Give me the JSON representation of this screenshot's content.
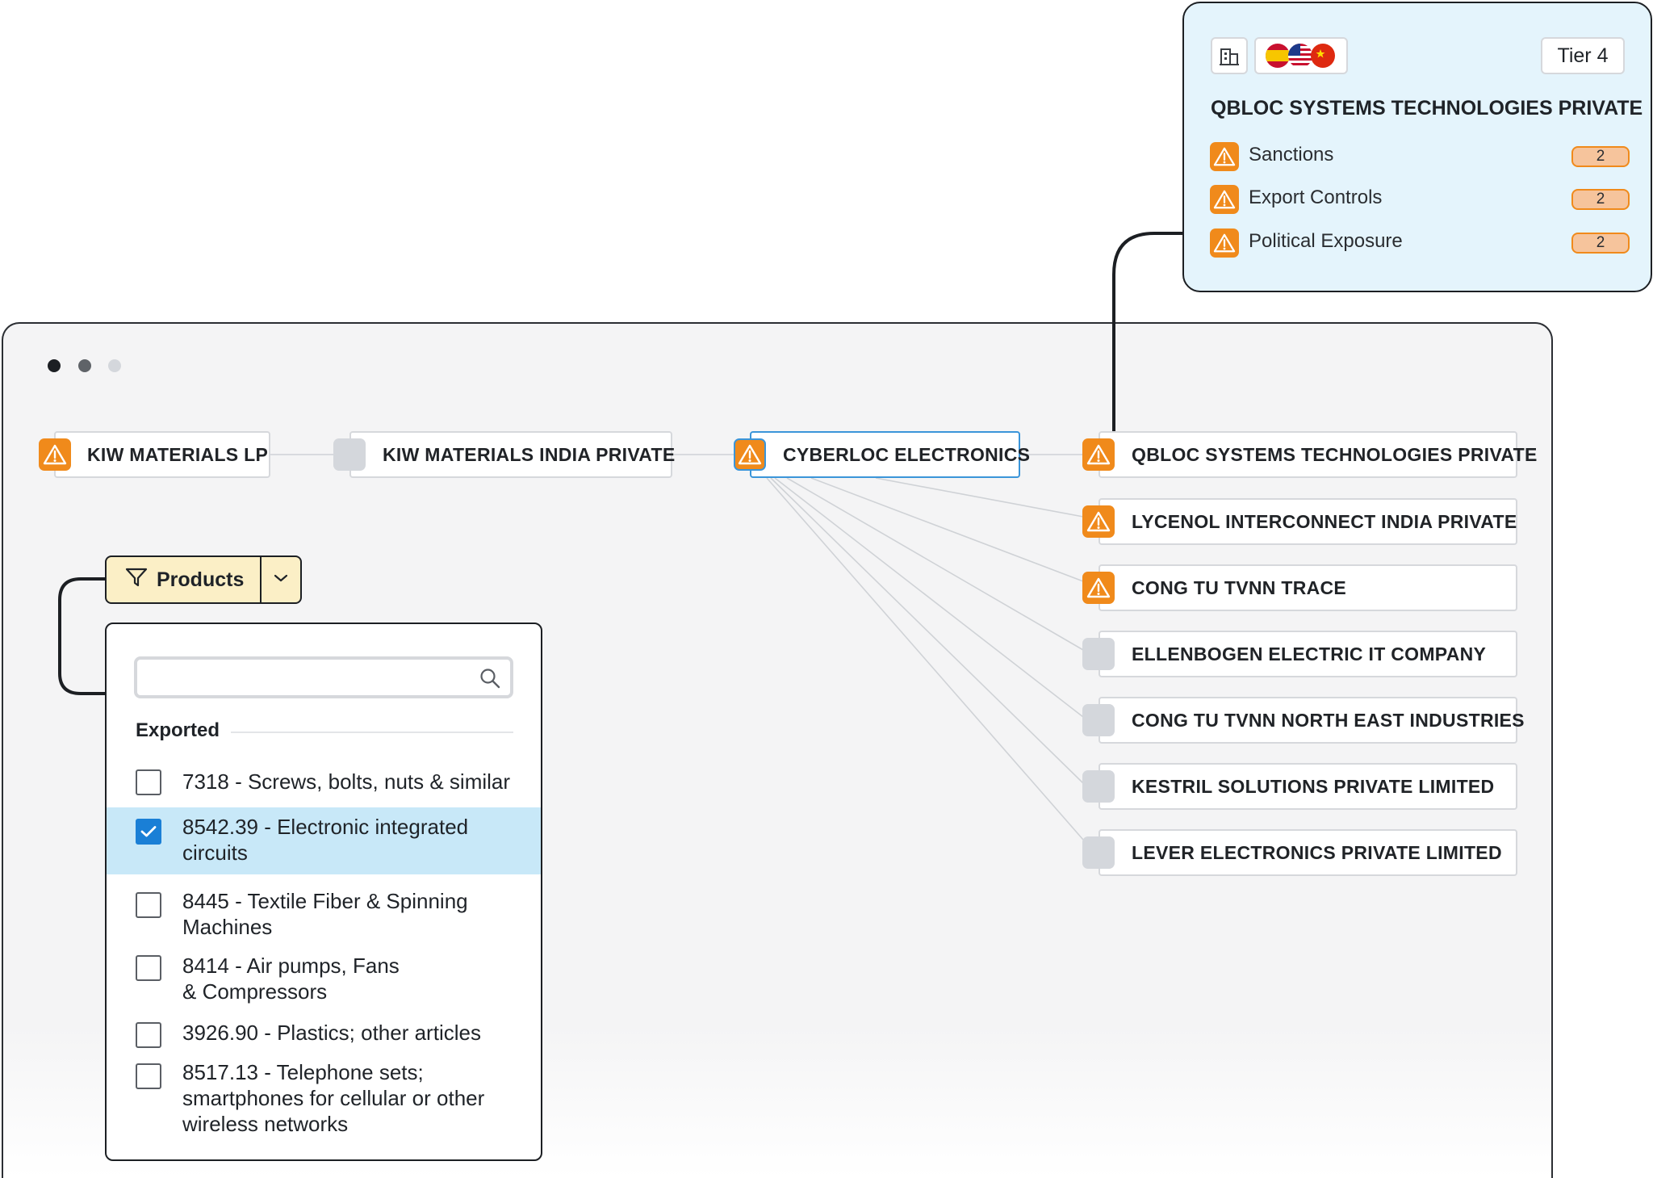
{
  "window": {
    "controls": [
      "close",
      "minimize",
      "zoom"
    ]
  },
  "graph": {
    "nodes": [
      {
        "id": "n1",
        "label": "KIW MATERIALS LP",
        "risk": "warning"
      },
      {
        "id": "n2",
        "label": "KIW MATERIALS INDIA PRIVATE",
        "risk": "none"
      },
      {
        "id": "n3",
        "label": "CYBERLOC ELECTRONICS",
        "risk": "warning",
        "selected": true
      },
      {
        "id": "n4",
        "label": "QBLOC SYSTEMS TECHNOLOGIES PRIVATE",
        "risk": "warning"
      },
      {
        "id": "n5",
        "label": "LYCENOL INTERCONNECT INDIA PRIVATE",
        "risk": "warning"
      },
      {
        "id": "n6",
        "label": "CONG TU TVNN TRACE",
        "risk": "warning"
      },
      {
        "id": "n7",
        "label": "ELLENBOGEN ELECTRIC IT COMPANY",
        "risk": "none"
      },
      {
        "id": "n8",
        "label": "CONG TU TVNN NORTH EAST INDUSTRIES",
        "risk": "none"
      },
      {
        "id": "n9",
        "label": "KESTRIL SOLUTIONS PRIVATE LIMITED",
        "risk": "none"
      },
      {
        "id": "n10",
        "label": "LEVER ELECTRONICS PRIVATE LIMITED",
        "risk": "none"
      }
    ]
  },
  "filter": {
    "button_label": "Products",
    "icon": "filter-icon",
    "search_placeholder": "",
    "section_label": "Exported",
    "items": [
      {
        "label": "7318 - Screws, bolts, nuts & similar",
        "checked": false
      },
      {
        "label": "8542.39 - Electronic integrated circuits",
        "checked": true
      },
      {
        "label": "8445 - Textile Fiber & Spinning Machines",
        "checked": false
      },
      {
        "label": "8414 - Air pumps, Fans & Compressors",
        "checked": false
      },
      {
        "label": "3926.90 - Plastics; other articles",
        "checked": false
      },
      {
        "label": "8517.13 - Telephone sets; smartphones for cellular or other wireless networks",
        "checked": false
      }
    ]
  },
  "card": {
    "icons": [
      "building-icon",
      "flag-spain-icon",
      "flag-usa-icon",
      "flag-china-icon"
    ],
    "tier": "Tier 4",
    "title": "QBLOC SYSTEMS TECHNOLOGIES PRIVATE",
    "risks": [
      {
        "label": "Sanctions",
        "count": "2"
      },
      {
        "label": "Export Controls",
        "count": "2"
      },
      {
        "label": "Political Exposure",
        "count": "2"
      }
    ]
  },
  "colors": {
    "warning": "#f08a1b",
    "selected_border": "#3b95d9",
    "checked_row": "#c8e8f8",
    "card_background": "#e4f4fc",
    "filter_button": "#fbefc6"
  }
}
